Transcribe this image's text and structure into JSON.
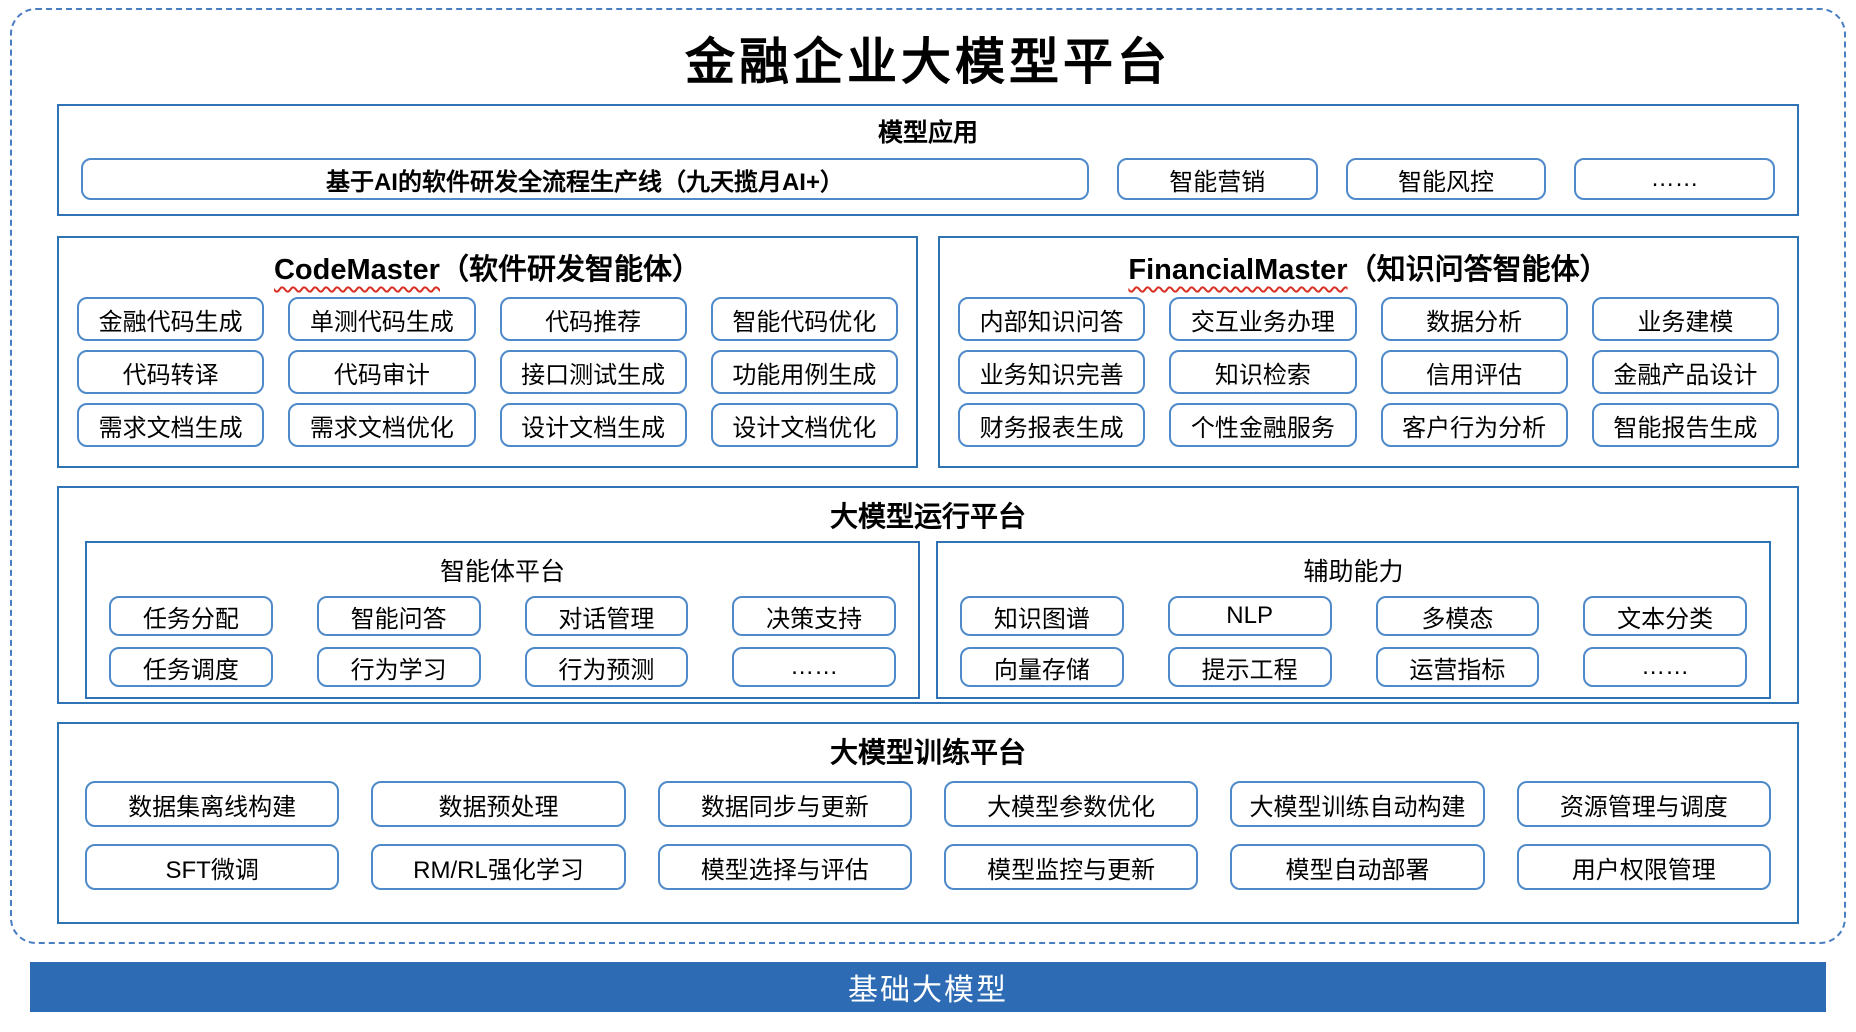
{
  "title": "金融企业大模型平台",
  "colors": {
    "section_border": "#2e74b5",
    "box_border": "#4e89ca",
    "dashed_border": "#4a7ec2",
    "base_bar": "#2d6cb4",
    "wavy_underline": "#d93025"
  },
  "model_apps": {
    "title": "模型应用",
    "main_item": "基于AI的软件研发全流程生产线（九天揽月AI+）",
    "items": [
      "智能营销",
      "智能风控",
      "……"
    ]
  },
  "codemaster": {
    "name": "CodeMaster",
    "subtitle": "（软件研发智能体）",
    "items": [
      "金融代码生成",
      "单测代码生成",
      "代码推荐",
      "智能代码优化",
      "代码转译",
      "代码审计",
      "接口测试生成",
      "功能用例生成",
      "需求文档生成",
      "需求文档优化",
      "设计文档生成",
      "设计文档优化"
    ]
  },
  "financialmaster": {
    "name": "FinancialMaster",
    "subtitle": "（知识问答智能体）",
    "items": [
      "内部知识问答",
      "交互业务办理",
      "数据分析",
      "业务建模",
      "业务知识完善",
      "知识检索",
      "信用评估",
      "金融产品设计",
      "财务报表生成",
      "个性金融服务",
      "客户行为分析",
      "智能报告生成"
    ]
  },
  "runtime": {
    "title": "大模型运行平台",
    "agent_platform": {
      "title": "智能体平台",
      "items": [
        "任务分配",
        "智能问答",
        "对话管理",
        "决策支持",
        "任务调度",
        "行为学习",
        "行为预测",
        "……"
      ]
    },
    "aux": {
      "title": "辅助能力",
      "items": [
        "知识图谱",
        "NLP",
        "多模态",
        "文本分类",
        "向量存储",
        "提示工程",
        "运营指标",
        "……"
      ]
    }
  },
  "training": {
    "title": "大模型训练平台",
    "items": [
      "数据集离线构建",
      "数据预处理",
      "数据同步与更新",
      "大模型参数优化",
      "大模型训练自动构建",
      "资源管理与调度",
      "SFT微调",
      "RM/RL强化学习",
      "模型选择与评估",
      "模型监控与更新",
      "模型自动部署",
      "用户权限管理"
    ]
  },
  "base_model": "基础大模型"
}
